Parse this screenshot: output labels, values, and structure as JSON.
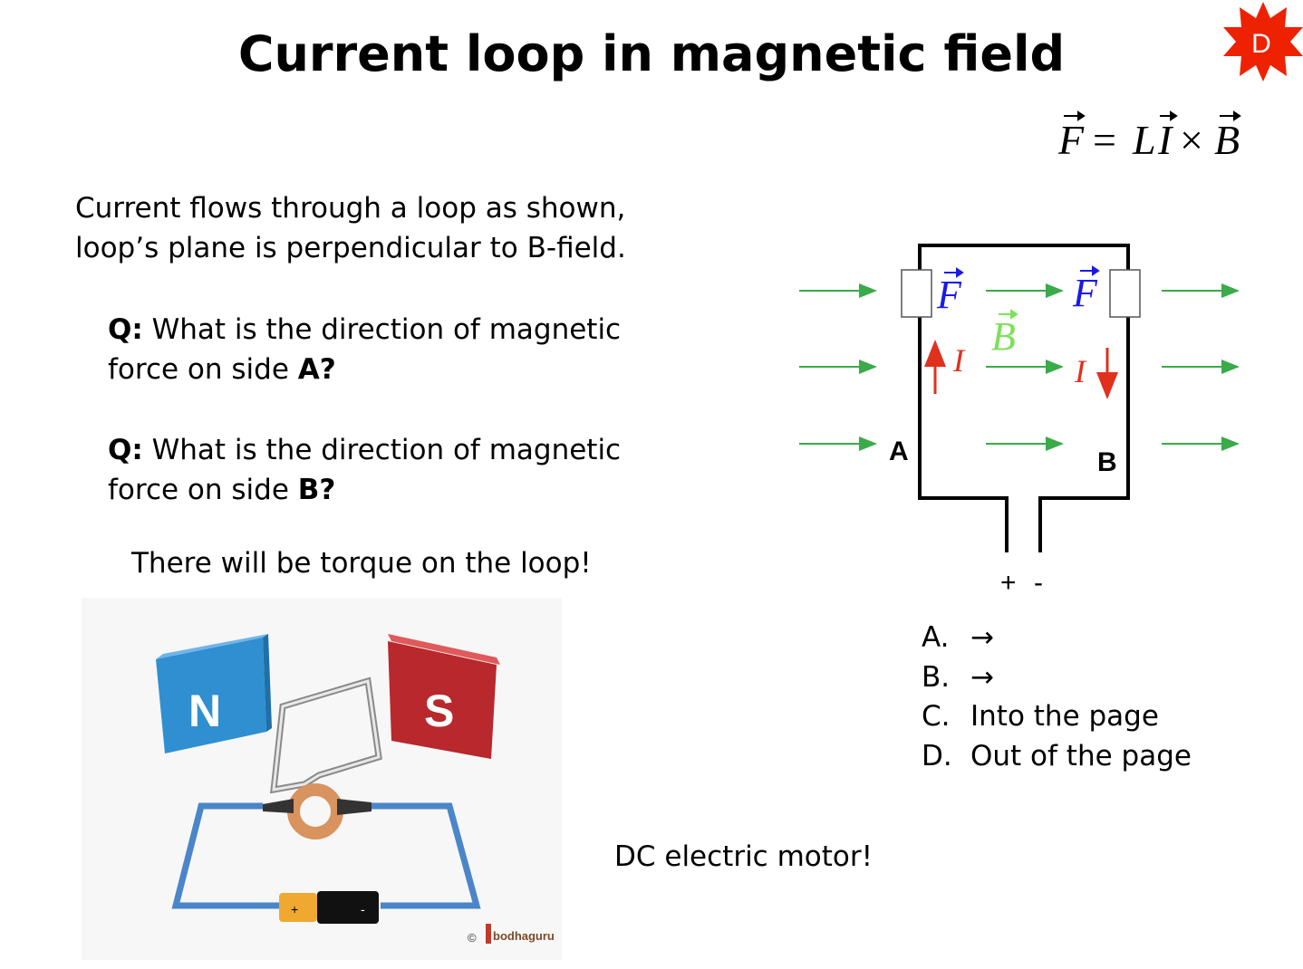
{
  "title": "Current loop in magnetic field",
  "badge": {
    "label": "D",
    "color": "#ee2200"
  },
  "formula": {
    "F": "F",
    "equals": "=",
    "L": "L",
    "I": "I",
    "times": "×",
    "B": "B"
  },
  "intro": {
    "line1": "Current flows through a loop as shown,",
    "line2": "loop’s plane is perpendicular to B-field."
  },
  "questions": [
    {
      "q_label": "Q:",
      "line1": " What is the direction of magnetic",
      "line2_prefix": "force on side ",
      "side": "A?"
    },
    {
      "q_label": "Q:",
      "line1": " What is the direction of magnetic",
      "line2_prefix": "force on side ",
      "side": "B?"
    }
  ],
  "torque_note": "There will be torque on the loop!",
  "motor_note": "DC electric motor!",
  "diagram": {
    "side_a": "A",
    "side_b": "B",
    "force_symbol": "F",
    "field_symbol": "B",
    "current_symbol": "I",
    "plus": "+",
    "minus": "-",
    "colors": {
      "field": "#3aaa4a",
      "force": "#1a1ae6",
      "current": "#e0301e",
      "field_label": "#7ee05a"
    }
  },
  "choices": [
    {
      "letter": "A.",
      "text": "→"
    },
    {
      "letter": "B.",
      "text": "→"
    },
    {
      "letter": "C.",
      "text": "Into the page"
    },
    {
      "letter": "D.",
      "text": "Out of the page"
    }
  ],
  "motor_illustration": {
    "north": "N",
    "south": "S",
    "battery_plus": "+",
    "battery_minus": "-",
    "credit_symbol": "©",
    "credit": "bodhaguru",
    "colors": {
      "north": "#2f8fd0",
      "south": "#b8282c",
      "wire": "#4a86c8"
    }
  }
}
